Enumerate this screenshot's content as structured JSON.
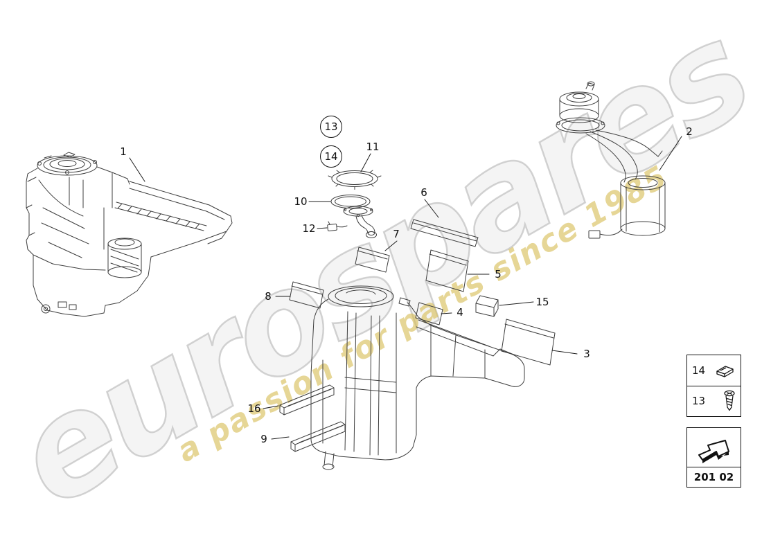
{
  "watermark": {
    "brand": "eurospares",
    "tagline": "a passion for parts since 1985"
  },
  "callouts": [
    {
      "id": "1"
    },
    {
      "id": "2"
    },
    {
      "id": "3"
    },
    {
      "id": "4"
    },
    {
      "id": "5"
    },
    {
      "id": "6"
    },
    {
      "id": "7"
    },
    {
      "id": "8"
    },
    {
      "id": "9"
    },
    {
      "id": "10"
    },
    {
      "id": "11"
    },
    {
      "id": "12"
    },
    {
      "id": "13"
    },
    {
      "id": "14"
    },
    {
      "id": "15"
    },
    {
      "id": "16"
    }
  ],
  "legend": {
    "items": [
      {
        "id": "14",
        "icon": "clip-icon"
      },
      {
        "id": "13",
        "icon": "screw-icon"
      }
    ],
    "code": "201 02"
  },
  "colors": {
    "line": "#3d3d3d",
    "label": "#101010",
    "watermark_gray": "#bdbdbd",
    "watermark_gold": "#d6bd55"
  }
}
